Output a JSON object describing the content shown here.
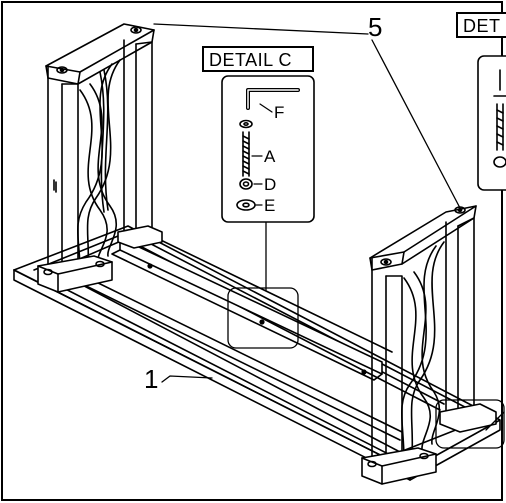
{
  "callouts": {
    "part_5": "5",
    "part_1": "1"
  },
  "detail_c": {
    "title": "DETAIL C",
    "labels": {
      "F": "F",
      "A": "A",
      "D": "D",
      "E": "E"
    }
  },
  "detail_right": {
    "title_visible": "DET"
  },
  "colors": {
    "line": "#000000",
    "background": "#ffffff"
  }
}
